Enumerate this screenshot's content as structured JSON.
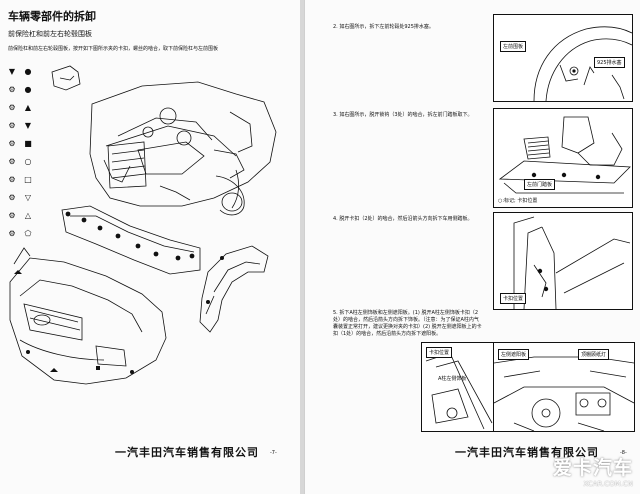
{
  "left_page": {
    "title": "车辆零部件的拆卸",
    "subtitle": "前保险杠和前左右轮毂围板",
    "intro": "前保险杠和前左右轮毂围板，按开如下图所示夹的卡扣，螺丝的啮合，取下前保险杠与左前围板",
    "legend": [
      {
        "marker": "▼",
        "symbol": "●"
      },
      {
        "marker": "⚙",
        "symbol": "●"
      },
      {
        "marker": "⚙",
        "symbol": "▲"
      },
      {
        "marker": "⚙",
        "symbol": "▼"
      },
      {
        "marker": "⚙",
        "symbol": "■"
      },
      {
        "marker": "⚙",
        "symbol": "○"
      },
      {
        "marker": "⚙",
        "symbol": "□"
      },
      {
        "marker": "⚙",
        "symbol": "▽"
      },
      {
        "marker": "⚙",
        "symbol": "△"
      },
      {
        "marker": "⚙",
        "symbol": "⬠"
      }
    ],
    "footer": "一汽丰田汽车销售有限公司",
    "page_number": "-7-"
  },
  "right_page": {
    "steps": [
      {
        "text": "2. 如右图所示，拆下左前轮毂处925排水塞。"
      },
      {
        "text": "3. 如右图所示，脱开锁钩（3处）的啮合，拆左前门踏板取下。"
      },
      {
        "text": "4. 脱开卡扣（2处）的啮合，然后沿箭头方向拆下车用侧踏板。"
      },
      {
        "text": "5. 拆下A柱左侧饰板和左侧遮阳板。(1) 脱开A柱左侧饰板卡扣（2处）的啮合，然后沿箭头方向拆下饰板。（注意：为了保证A柱内气囊装置正常打开，建议更换对夹的卡扣）(2) 脱开左侧遮阳板上的卡扣（1处）的啮合，然后沿箭头方向拆下遮阳板。"
      }
    ],
    "callouts": {
      "fig1_label1": "左前围板",
      "fig1_label2": "925排水塞",
      "fig2_label1": "左前门踏板",
      "fig2_label2": "○:标记; 卡扣位置",
      "fig3_label1": "卡扣位置",
      "fig4_label1": "卡扣位置",
      "fig4_label2": "左侧遮阳板",
      "fig4_label3": "顶棚顾纸灯",
      "fig4_label4": "A柱左侧饰板"
    },
    "footer": "一汽丰田汽车销售有限公司",
    "page_number": "-8-"
  },
  "watermark": {
    "big": "爱卡汽车",
    "small": "XCAR.COM.CN"
  }
}
